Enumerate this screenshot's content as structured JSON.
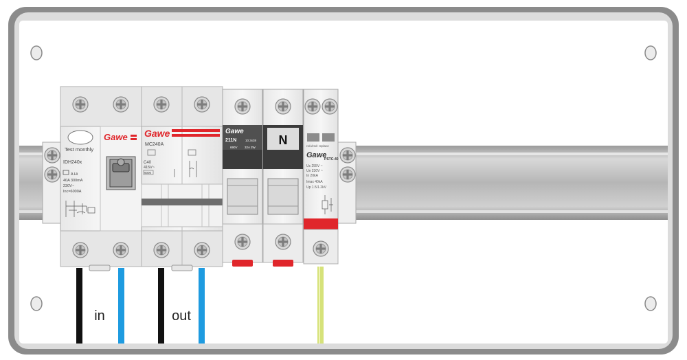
{
  "rcbo": {
    "brand": "Gawe",
    "test_label": "Test monthly",
    "model": "IDH240x",
    "spec_line1": "A  Hi",
    "spec_line2": "40A   300mA",
    "spec_line3": "230V~",
    "spec_line4": "Inc=6000A"
  },
  "mcb": {
    "brand": "Gawe",
    "model": "MC240A",
    "rating": "C40",
    "voltage": "415V~",
    "code": "6000"
  },
  "fuse": {
    "brand": "Gawe",
    "model": "211N",
    "size": "10.3x38",
    "voltage": "690V",
    "rating": "32A 3W"
  },
  "neutral": {
    "label": "N"
  },
  "spd": {
    "window_label": "ro/o/red: replace",
    "brand": "Gawe",
    "model": "PSTC-40",
    "uc": "Uc    255V ~",
    "un": "Un    230V ~",
    "in": "In     20kA",
    "imax": "Imax 40kA",
    "up": "Up    1.5/1.2kV"
  },
  "cables": {
    "in_label": "in",
    "out_label": "out"
  },
  "colors": {
    "brand_red": "#e0262b",
    "rail_gray": "#b9b9b9",
    "cable_black": "#111111",
    "cable_blue": "#1e9be0",
    "cable_earth": "#d6e27a"
  }
}
